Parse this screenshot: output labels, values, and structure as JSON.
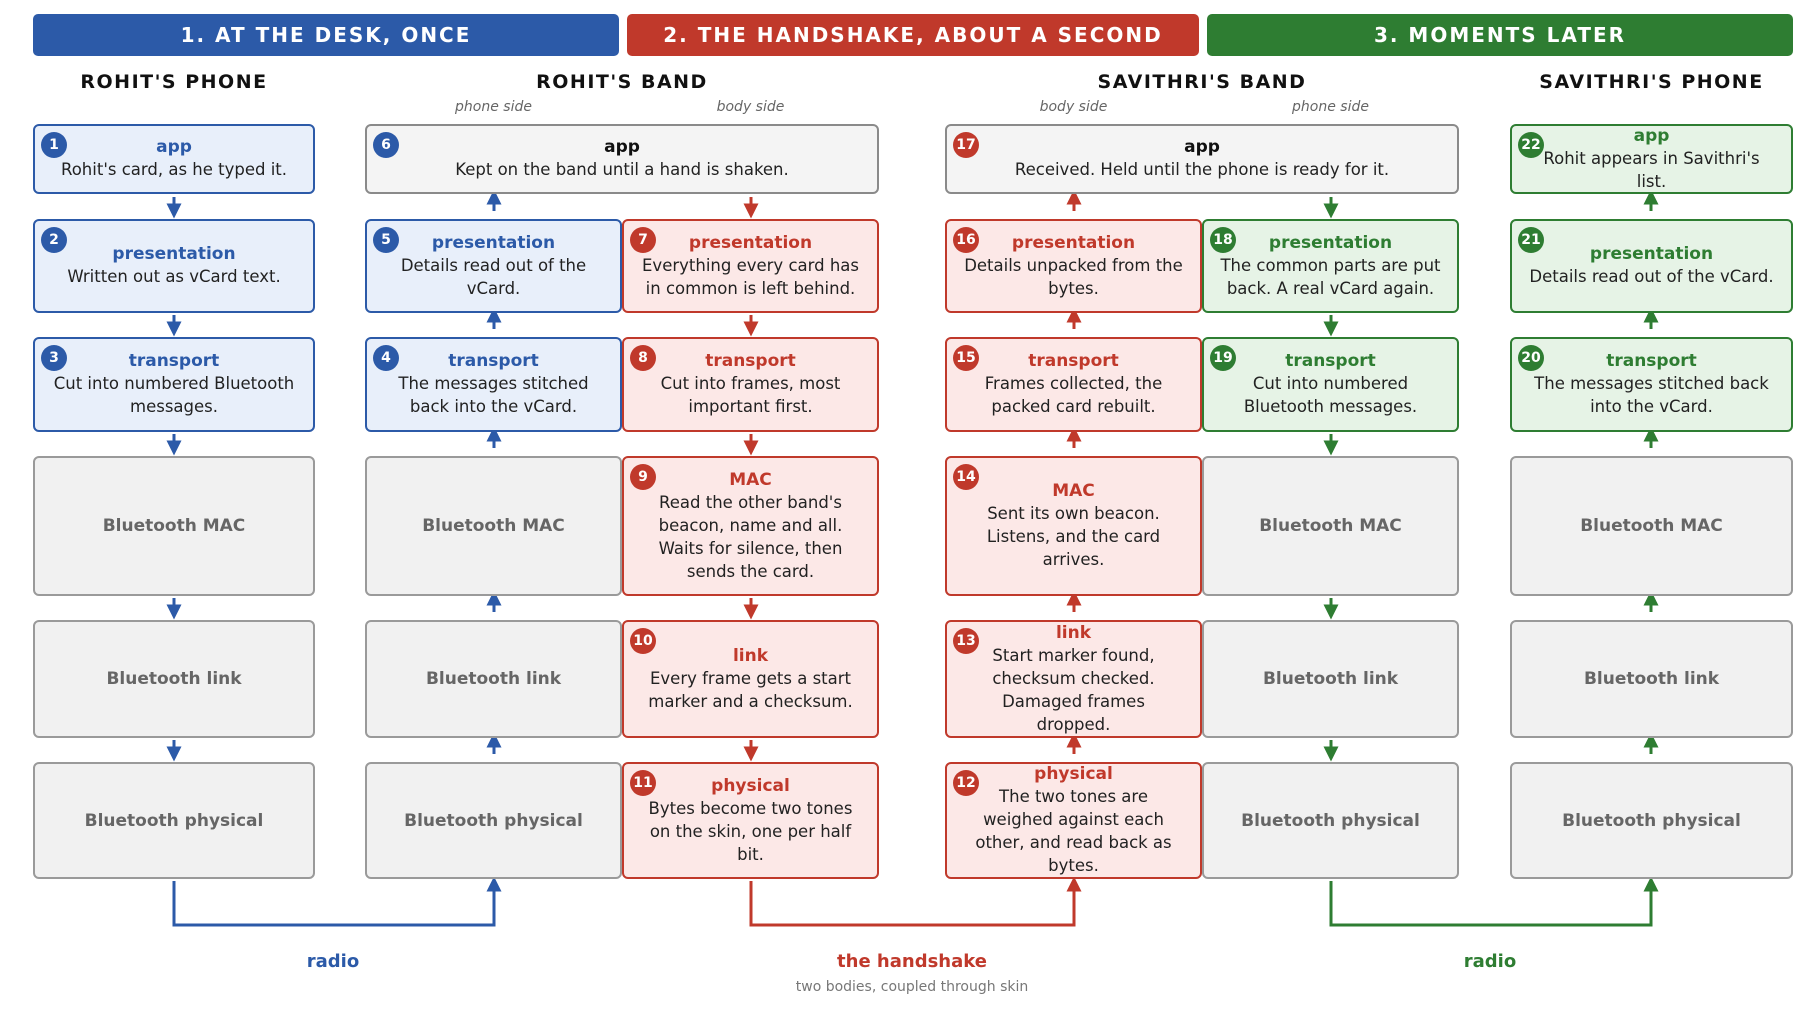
{
  "banners": {
    "desk": "1. AT THE DESK, ONCE",
    "handshake": "2. THE HANDSHAKE, ABOUT A SECOND",
    "later": "3. MOMENTS LATER"
  },
  "columns": {
    "rohit_phone": "ROHIT'S PHONE",
    "rohit_band": "ROHIT'S BAND",
    "savithri_band": "SAVITHRI'S BAND",
    "savithri_phone": "SAVITHRI'S PHONE"
  },
  "sides": {
    "phone": "phone side",
    "body": "body side"
  },
  "steps": {
    "s1": {
      "num": "1",
      "layer": "app",
      "desc": "Rohit's card, as he typed it."
    },
    "s2": {
      "num": "2",
      "layer": "presentation",
      "desc": "Written out as vCard text."
    },
    "s3": {
      "num": "3",
      "layer": "transport",
      "desc": "Cut into numbered Bluetooth messages."
    },
    "s4": {
      "num": "4",
      "layer": "transport",
      "desc": "The messages stitched back into the vCard."
    },
    "s5": {
      "num": "5",
      "layer": "presentation",
      "desc": "Details read out of the vCard."
    },
    "s6": {
      "num": "6",
      "layer": "app",
      "desc": "Kept on the band until a hand is shaken."
    },
    "s7": {
      "num": "7",
      "layer": "presentation",
      "desc": "Everything every card has in common is left behind."
    },
    "s8": {
      "num": "8",
      "layer": "transport",
      "desc": "Cut into frames, most important first."
    },
    "s9": {
      "num": "9",
      "layer": "MAC",
      "desc": "Read the other band's beacon, name and all. Waits for silence, then sends the card."
    },
    "s10": {
      "num": "10",
      "layer": "link",
      "desc": "Every frame gets a start marker and a checksum."
    },
    "s11": {
      "num": "11",
      "layer": "physical",
      "desc": "Bytes become two tones on the skin, one per half bit."
    },
    "s12": {
      "num": "12",
      "layer": "physical",
      "desc": "The two tones are weighed against each other, and read back as bytes."
    },
    "s13": {
      "num": "13",
      "layer": "link",
      "desc": "Start marker found, checksum checked. Damaged frames dropped."
    },
    "s14": {
      "num": "14",
      "layer": "MAC",
      "desc": "Sent its own beacon. Listens, and the card arrives."
    },
    "s15": {
      "num": "15",
      "layer": "transport",
      "desc": "Frames collected, the packed card rebuilt."
    },
    "s16": {
      "num": "16",
      "layer": "presentation",
      "desc": "Details unpacked from the bytes."
    },
    "s17": {
      "num": "17",
      "layer": "app",
      "desc": "Received. Held until the phone is ready for it."
    },
    "s18": {
      "num": "18",
      "layer": "presentation",
      "desc": "The common parts are put back. A real vCard again."
    },
    "s19": {
      "num": "19",
      "layer": "transport",
      "desc": "Cut into numbered Bluetooth messages."
    },
    "s20": {
      "num": "20",
      "layer": "transport",
      "desc": "The messages stitched back into the vCard."
    },
    "s21": {
      "num": "21",
      "layer": "presentation",
      "desc": "Details read out of the vCard."
    },
    "s22": {
      "num": "22",
      "layer": "app",
      "desc": "Rohit appears in Savithri's list."
    }
  },
  "generic": {
    "mac": "Bluetooth MAC",
    "link": "Bluetooth link",
    "physical": "Bluetooth physical"
  },
  "footer": {
    "radio_left": "radio",
    "handshake": "the handshake",
    "handshake_sub": "two bodies, coupled through skin",
    "radio_right": "radio"
  },
  "colors": {
    "blue": "#2c5aa8",
    "red": "#c0392b",
    "green": "#2e7d32",
    "gray": "#9a9a9a"
  }
}
